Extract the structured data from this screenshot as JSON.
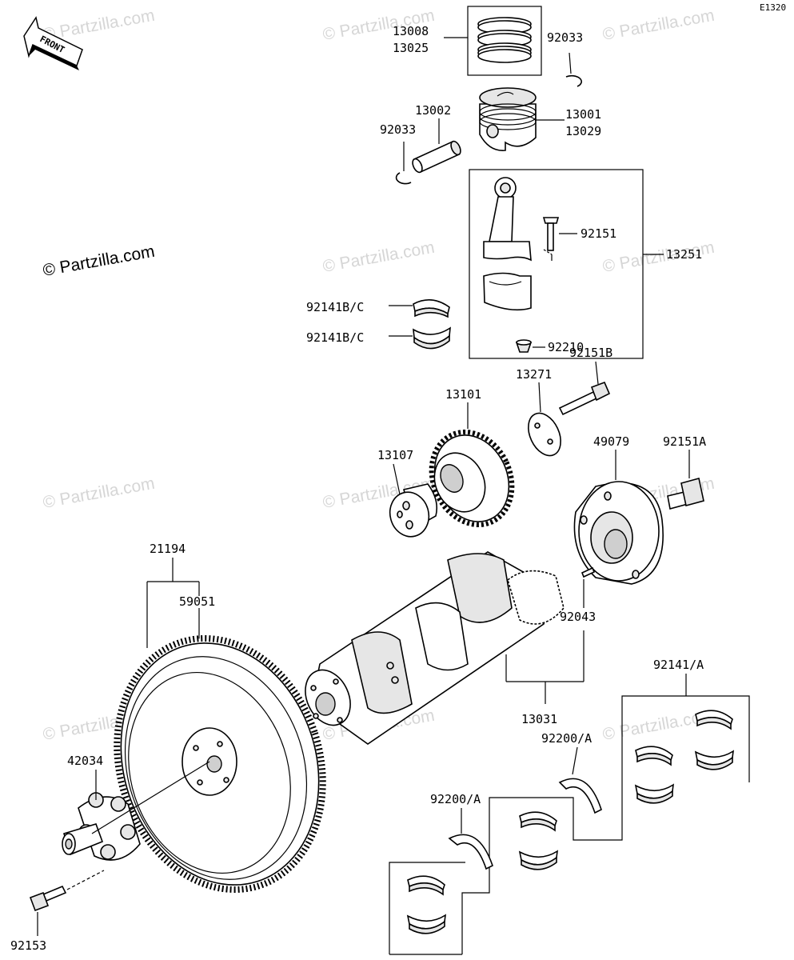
{
  "diagram": {
    "figure_code": "E1320",
    "front_label": "FRONT",
    "watermark_main": "© Partzilla.com",
    "watermark_faint": "© Partzilla.com",
    "labels": {
      "p13008": "13008",
      "p13025": "13025",
      "p92033a": "92033",
      "p13002": "13002",
      "p13001": "13001",
      "p13029": "13029",
      "p92033b": "92033",
      "p92151": "92151",
      "p13251": "13251",
      "p92141bc_1": "92141B/C",
      "p92141bc_2": "92141B/C",
      "p92210": "92210",
      "p92151b": "92151B",
      "p13271": "13271",
      "p13101": "13101",
      "p13107": "13107",
      "p49079": "49079",
      "p92151a": "92151A",
      "p21194": "21194",
      "p59051": "59051",
      "p92043": "92043",
      "p92141a": "92141/A",
      "p13031": "13031",
      "p92200a_1": "92200/A",
      "p92200a_2": "92200/A",
      "p42034": "42034",
      "p92153": "92153"
    }
  }
}
